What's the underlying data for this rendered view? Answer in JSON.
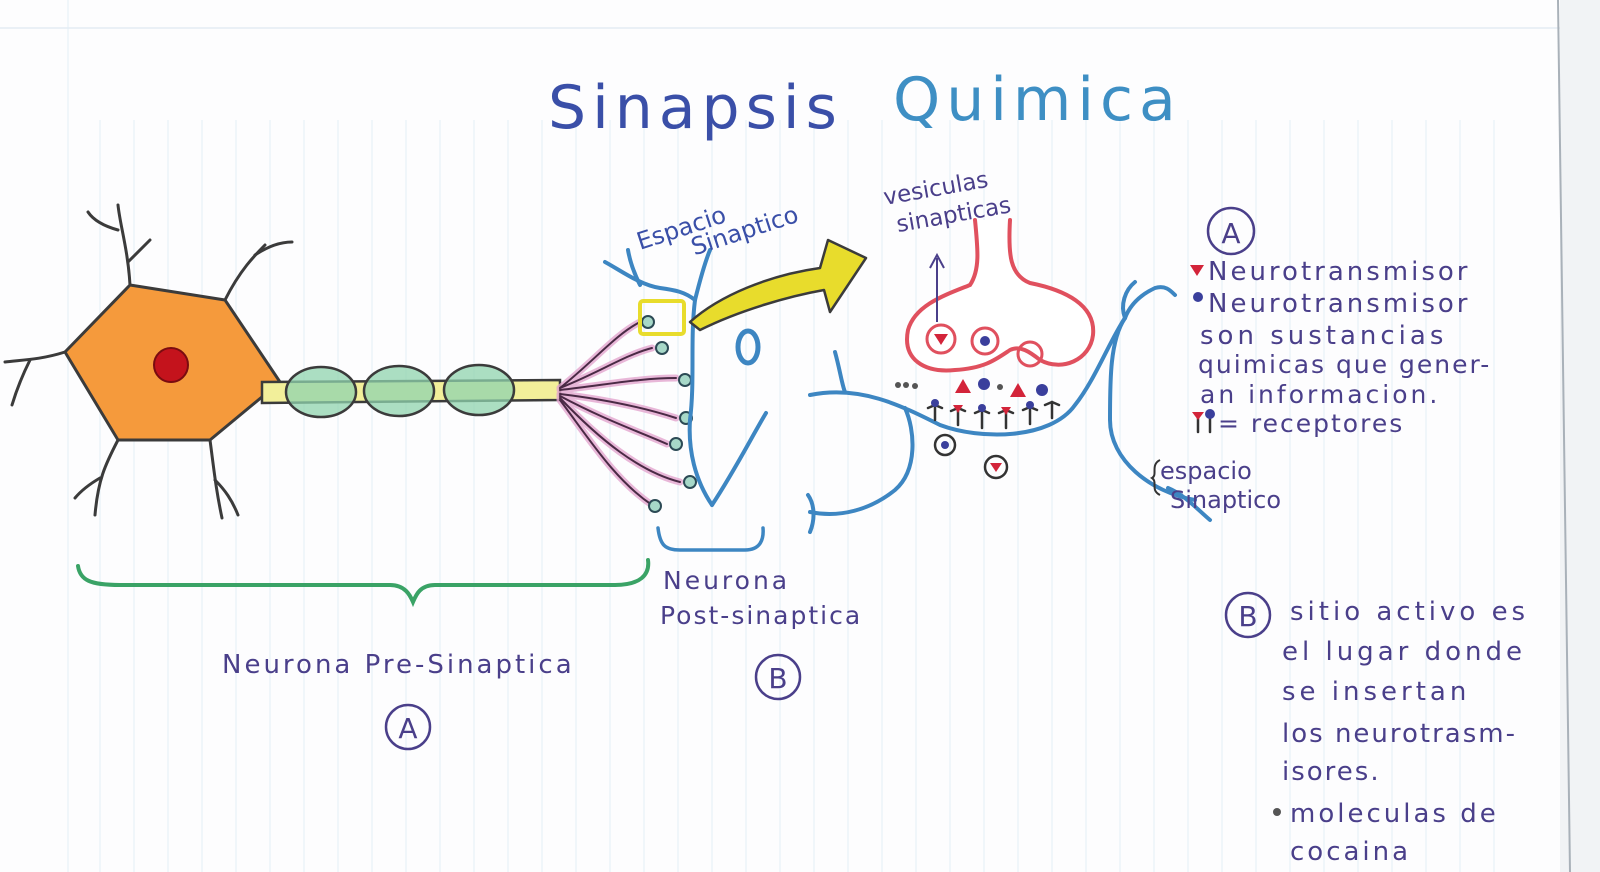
{
  "title": {
    "part1": "Sinapsis",
    "part2": "Quimica"
  },
  "labels": {
    "pre_synaptic": "Neurona Pre-Sinaptica",
    "post_synaptic_line1": "Neurona",
    "post_synaptic_line2": "Post-sinaptica",
    "marker_a": "A",
    "marker_b": "B",
    "espacio_top_line1": "Espacio",
    "espacio_top_line2": "Sinaptico",
    "vesiculas_line1": "vesiculas",
    "vesiculas_line2": "sinapticas",
    "espacio_right_line1": "espacio",
    "espacio_right_line2": "Sinaptico"
  },
  "legend_a": {
    "marker": "A",
    "line1": "Neurotransmisor",
    "line2": "Neurotransmisor",
    "line3": "son sustancias",
    "line4": "quimicas que gener-",
    "line5": "an informacion.",
    "line6": "= receptores"
  },
  "legend_b": {
    "marker": "B",
    "line1": "sitio activo es",
    "line2": "el lugar donde",
    "line3": "se insertan",
    "line4": "los neurotrasm-",
    "line5": "isores.",
    "line6": "moleculas de",
    "line7": "cocaina"
  },
  "colors": {
    "title_blue": "#3a4fa8",
    "title_cyan": "#3e8fc4",
    "soma_orange": "#f59a3c",
    "nucleus_red": "#c4131c",
    "myelin_green": "#8fd3ad",
    "axon_yellow": "#f2ef9a",
    "arrow_yellow": "#e8dc2c",
    "dendrite_pink": "#d98bbd",
    "post_blue": "#3d86c2",
    "vesicle_red": "#e0505e",
    "ink_purple": "#4a3f8a",
    "bracket_green": "#3aa366"
  }
}
